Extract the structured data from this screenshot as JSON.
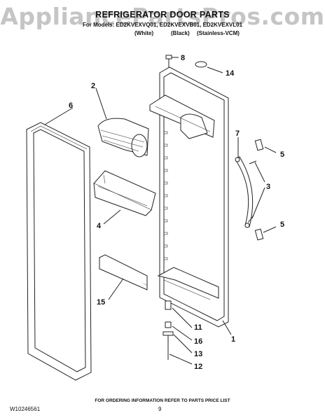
{
  "watermark": "AppliancePartsPros.com",
  "header": {
    "title": "REFRIGERATOR DOOR PARTS",
    "models_line": "For Models: ED2KVEXVQ01, ED2KVEXVB01, ED2KVEXVL01",
    "variants": [
      "(White)",
      "(Black)",
      "(Stainless-VCM)"
    ]
  },
  "callouts": [
    "8",
    "14",
    "2",
    "6",
    "7",
    "5",
    "3",
    "4",
    "5",
    "15",
    "11",
    "16",
    "13",
    "12",
    "1"
  ],
  "footer": {
    "note": "FOR ORDERING INFORMATION REFER TO PARTS PRICE LIST",
    "doc_id": "W10246561",
    "page": "9"
  }
}
